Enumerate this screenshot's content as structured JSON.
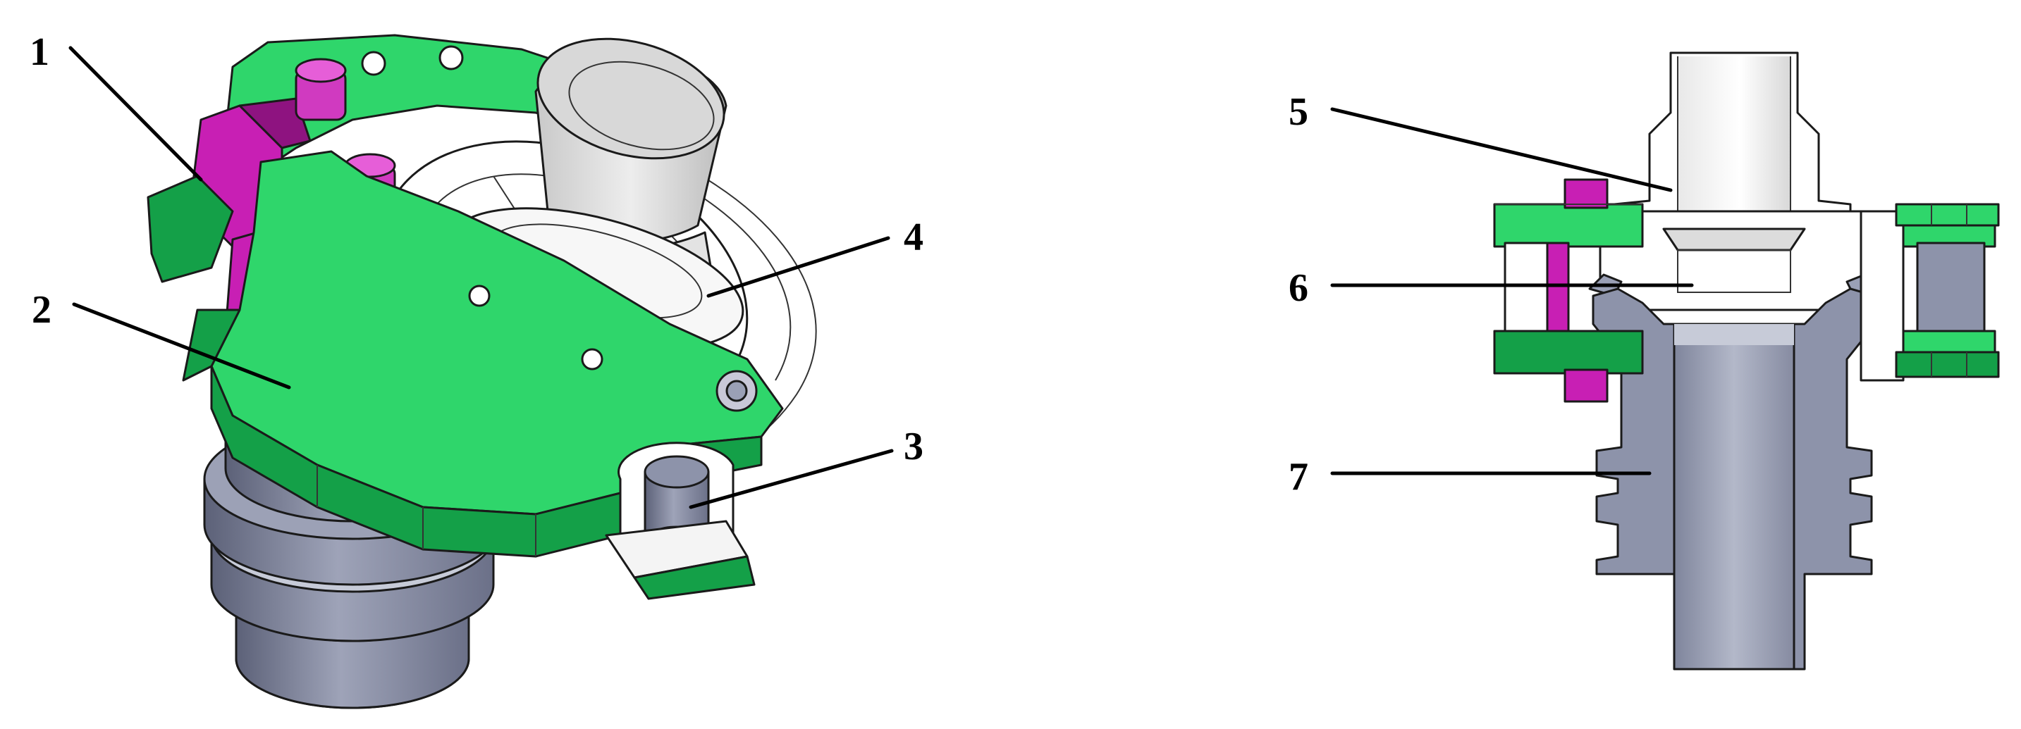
{
  "figure": {
    "callouts": [
      {
        "id": "1",
        "label": "1"
      },
      {
        "id": "2",
        "label": "2"
      },
      {
        "id": "3",
        "label": "3"
      },
      {
        "id": "4",
        "label": "4"
      },
      {
        "id": "5",
        "label": "5"
      },
      {
        "id": "6",
        "label": "6"
      },
      {
        "id": "7",
        "label": "7"
      }
    ],
    "colors": {
      "green_light": "#2fd66b",
      "green_dark": "#14a048",
      "magenta": "#c81fb4",
      "magenta_dark": "#8e1380",
      "steel": "#8d93aa",
      "steel_dark": "#5c6178",
      "steel_light": "#b6bbcd",
      "white_part": "#f4f4f4",
      "grey_part": "#d0d0d0",
      "grey_dark": "#a8a8a8",
      "outline": "#1a1a1a"
    }
  }
}
